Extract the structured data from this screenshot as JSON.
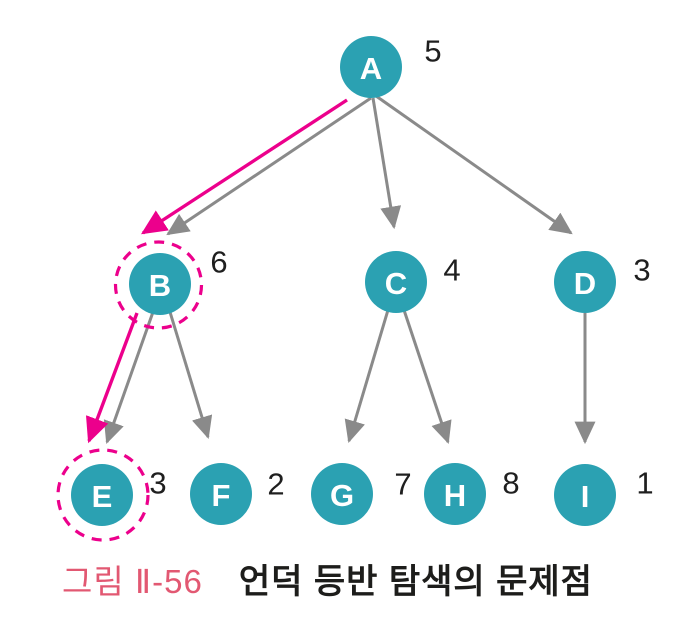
{
  "figure": {
    "caption_label": "그림 Ⅱ-56",
    "caption_title": "언덕 등반 탐색의 문제점"
  },
  "diagram": {
    "type": "tree",
    "node_color": "#2ba1b2",
    "node_text_color": "#ffffff",
    "edge_color": "#8a8a8a",
    "highlight_color": "#ec008c",
    "value_text_color": "#1f1f1f",
    "caption_label_color": "#e25872",
    "nodes": [
      {
        "id": "A",
        "label": "A",
        "value": "5",
        "parent": null,
        "highlighted": false
      },
      {
        "id": "B",
        "label": "B",
        "value": "6",
        "parent": "A",
        "highlighted": true
      },
      {
        "id": "C",
        "label": "C",
        "value": "4",
        "parent": "A",
        "highlighted": false
      },
      {
        "id": "D",
        "label": "D",
        "value": "3",
        "parent": "A",
        "highlighted": false
      },
      {
        "id": "E",
        "label": "E",
        "value": "3",
        "parent": "B",
        "highlighted": true
      },
      {
        "id": "F",
        "label": "F",
        "value": "2",
        "parent": "B",
        "highlighted": false
      },
      {
        "id": "G",
        "label": "G",
        "value": "7",
        "parent": "C",
        "highlighted": false
      },
      {
        "id": "H",
        "label": "H",
        "value": "8",
        "parent": "C",
        "highlighted": false
      },
      {
        "id": "I",
        "label": "I",
        "value": "1",
        "parent": "D",
        "highlighted": false
      }
    ],
    "edges": [
      {
        "from": "A",
        "to": "B"
      },
      {
        "from": "A",
        "to": "C"
      },
      {
        "from": "A",
        "to": "D"
      },
      {
        "from": "B",
        "to": "E"
      },
      {
        "from": "B",
        "to": "F"
      },
      {
        "from": "C",
        "to": "G"
      },
      {
        "from": "C",
        "to": "H"
      },
      {
        "from": "D",
        "to": "I"
      }
    ],
    "highlighted_path": [
      "A",
      "B",
      "E"
    ]
  }
}
